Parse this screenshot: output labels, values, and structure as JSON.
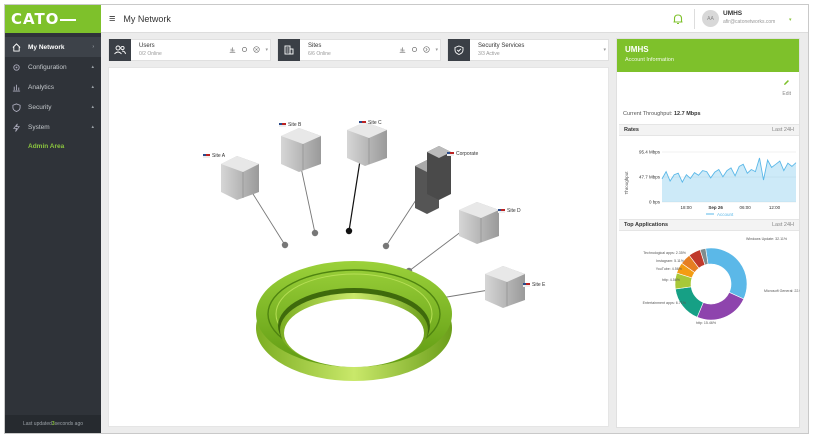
{
  "brand": {
    "logo": "CATO"
  },
  "sidebar": {
    "items": [
      {
        "label": "My Network",
        "icon": "home-icon"
      },
      {
        "label": "Configuration",
        "icon": "gear-icon"
      },
      {
        "label": "Analytics",
        "icon": "bar-chart-icon"
      },
      {
        "label": "Security",
        "icon": "shield-icon"
      },
      {
        "label": "System",
        "icon": "bolt-icon"
      }
    ],
    "admin_link": "Admin Area",
    "footer": {
      "prefix": "Last updated ",
      "count": "3",
      "suffix": " seconds ago"
    }
  },
  "header": {
    "title": "My Network",
    "user_name": "UMHS",
    "user_email": "afir@catonetworks.com",
    "avatar_initials": "AA"
  },
  "stats": {
    "users": {
      "title": "Users",
      "sub": "0/2 Online"
    },
    "sites": {
      "title": "Sites",
      "sub": "6/6 Online"
    },
    "security": {
      "title": "Security Services",
      "sub": "3/3 Active"
    }
  },
  "map": {
    "sites": [
      {
        "label": "Site A"
      },
      {
        "label": "Site B"
      },
      {
        "label": "Site C"
      },
      {
        "label": "Corporate"
      },
      {
        "label": "Site D"
      },
      {
        "label": "Site E"
      }
    ]
  },
  "account": {
    "name": "UMHS",
    "subtitle": "Account Information",
    "edit": "Edit",
    "throughput_label": "Current Throughput:",
    "throughput_value": "12.7 Mbps"
  },
  "rates": {
    "title": "Rates",
    "range": "Last 24H",
    "ylabel": "Throughput",
    "yticks": [
      "95.4 Mbps",
      "47.7 Mbps",
      "0 bps"
    ],
    "xticks": [
      "18:00",
      "Sep 26",
      "06:00",
      "12:00"
    ],
    "legend": "Account",
    "color": "#5bb8e8"
  },
  "top_apps": {
    "title": "Top Applications",
    "range": "Last 24H"
  },
  "chart_data": [
    {
      "type": "area",
      "ylabel": "Throughput",
      "ylim": [
        0,
        95.4
      ],
      "y_unit": "Mbps",
      "x_ticks": [
        "18:00",
        "Sep 26",
        "06:00",
        "12:00"
      ],
      "series": [
        {
          "name": "Account",
          "values": [
            44,
            58,
            40,
            52,
            55,
            38,
            52,
            45,
            56,
            51,
            60,
            58,
            46,
            57,
            62,
            48,
            60,
            65,
            50,
            68,
            72,
            55,
            62,
            58,
            84,
            42,
            80,
            66,
            72,
            78,
            60,
            74,
            68,
            75
          ]
        }
      ]
    },
    {
      "type": "pie",
      "categories": [
        "Windows Update: 32.11%",
        "Microsoft General: 22.95%",
        "http: 15.46%",
        "Entertainment apps: 6.71%",
        "http: 4.56%",
        "YouTube: 4.56%",
        "Instagram: 5.11%",
        "Technological apps: 2.35%"
      ],
      "values": [
        32.11,
        22.95,
        15.46,
        6.71,
        4.56,
        4.56,
        5.11,
        2.35
      ],
      "colors": [
        "#5bb8e8",
        "#8e44ad",
        "#16a085",
        "#a8c838",
        "#f39c12",
        "#e67e22",
        "#c0392b",
        "#7f8c8d"
      ]
    }
  ]
}
